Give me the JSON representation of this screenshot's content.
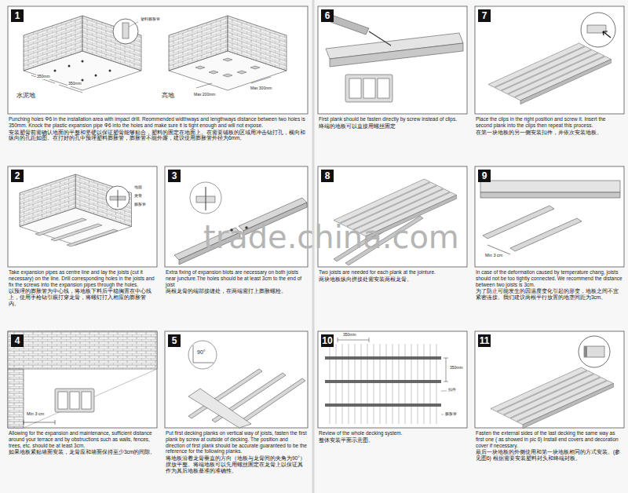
{
  "diagram": {
    "nodes": [
      {
        "text": [
          "1",
          "Punching holes Φ6 in the installation area with impact drill. Reommended widthways and lengthways distance between two holes is 350mm. Knock the plastic expansion pipe Φ6 into the holes and make sure it is tight enough and will not expose.",
          "安装塑骨前需确认地面的平整和坚硬以保证塑骨能够贴合，塑料的固定在地面上。在需要铺板的区域用冲击钻打孔，横向和纵向的孔距如图。在打好的孔中预埋塑料膨胀管，膨胀管不能外露，建议使用膨胀管外径为6mm。"
        ]
      },
      {
        "text": [
          "2",
          "Take expansion pipes as centre line and lay the joists (cut it necessary) on the line. Drill corresponding holes in the joists and fix the screws into the expansion pipes through the holes.",
          "以预埋的膨胀管为中心线，将地板下料后平稳搁置在中心线上，使用手枪钻引眼打穿龙骨，将螺钉打入相应的膨胀管内。"
        ]
      },
      {
        "text": [
          "3",
          "Extra fixing of expansion blots are necessary on both joists near juncture.The holes should be at least 3cm to the end of joist",
          "两根龙骨的端部接缝处，在两端需打上膨胀螺栓。"
        ]
      },
      {
        "text": [
          "4",
          "Allowing for the expansion and maintenance, sufficient distance around your terrace and by obstructions such as walls, fences, trees, etc. should be at least 3cm.",
          "如果地板紧贴墙面安装，龙骨应和墙面保持至少3cm的间隙。"
        ]
      },
      {
        "text": [
          "5",
          "Put first decking planks on vertical way of joists, fasten the first plank by screw at outside of decking. The position and direction of first plank should be accurate guaranteed to be the reference for the following planks.",
          "将地板沿着龙骨垂直的方向（地板与龙骨间的夹角为90°）摆放平整。将端地板可以先用螺丝固定在龙骨上以保证其作为其后地板基准的准确性。"
        ]
      },
      {
        "text": [
          "6",
          "First plank should be fasten directly by screw instead of clips.",
          "终端的地板可以直接用螺丝固定"
        ]
      },
      {
        "text": [
          "7",
          "Place the clips in the right position and screw it. Insert the second plank into the clips then repeat this process.",
          "在第一块地板的另一侧安装扣件，并依次安装地板。"
        ]
      },
      {
        "text": [
          "8",
          "Two joists are needed for each plank at the jointure.",
          "两块地板纵向拼接处需安装两根龙骨。"
        ]
      },
      {
        "text": [
          "9",
          "In case of the deformation caused by temperature chang, joists should not be too tightly connected. We recommend the distance between two joists is 3cm.",
          "为了防止可能发生的因温度变化引起的形变，地板之间不宜紧密连接。我们建议两根平行放置的地垄间距为3cm。"
        ]
      },
      {
        "text": [
          "10",
          "Review of the whole decking system.",
          "整体安装平面示意图。"
        ]
      },
      {
        "text": [
          "11",
          "Fasten the external sides of the last decking the same way as first one ( as showed in pic 6) Install end covers and decoration cover if necessary.",
          "最后一块地板的外侧使用和第一块地板相同的方式安装。(参见图6) 根据需要安装塑料封头和终端封板。"
        ]
      }
    ],
    "labels": [
      "水泥地",
      "高地",
      "350mm",
      "350mm",
      "Max 200mm",
      "Max 300mm",
      "塑料膨胀管",
      "地面",
      "龙骨",
      "膨胀管",
      "Min 3 cm",
      "90°",
      "Min 3 cm",
      "350mm",
      "350mm",
      "扣件",
      "膨胀管",
      "trade.china.com"
    ]
  }
}
